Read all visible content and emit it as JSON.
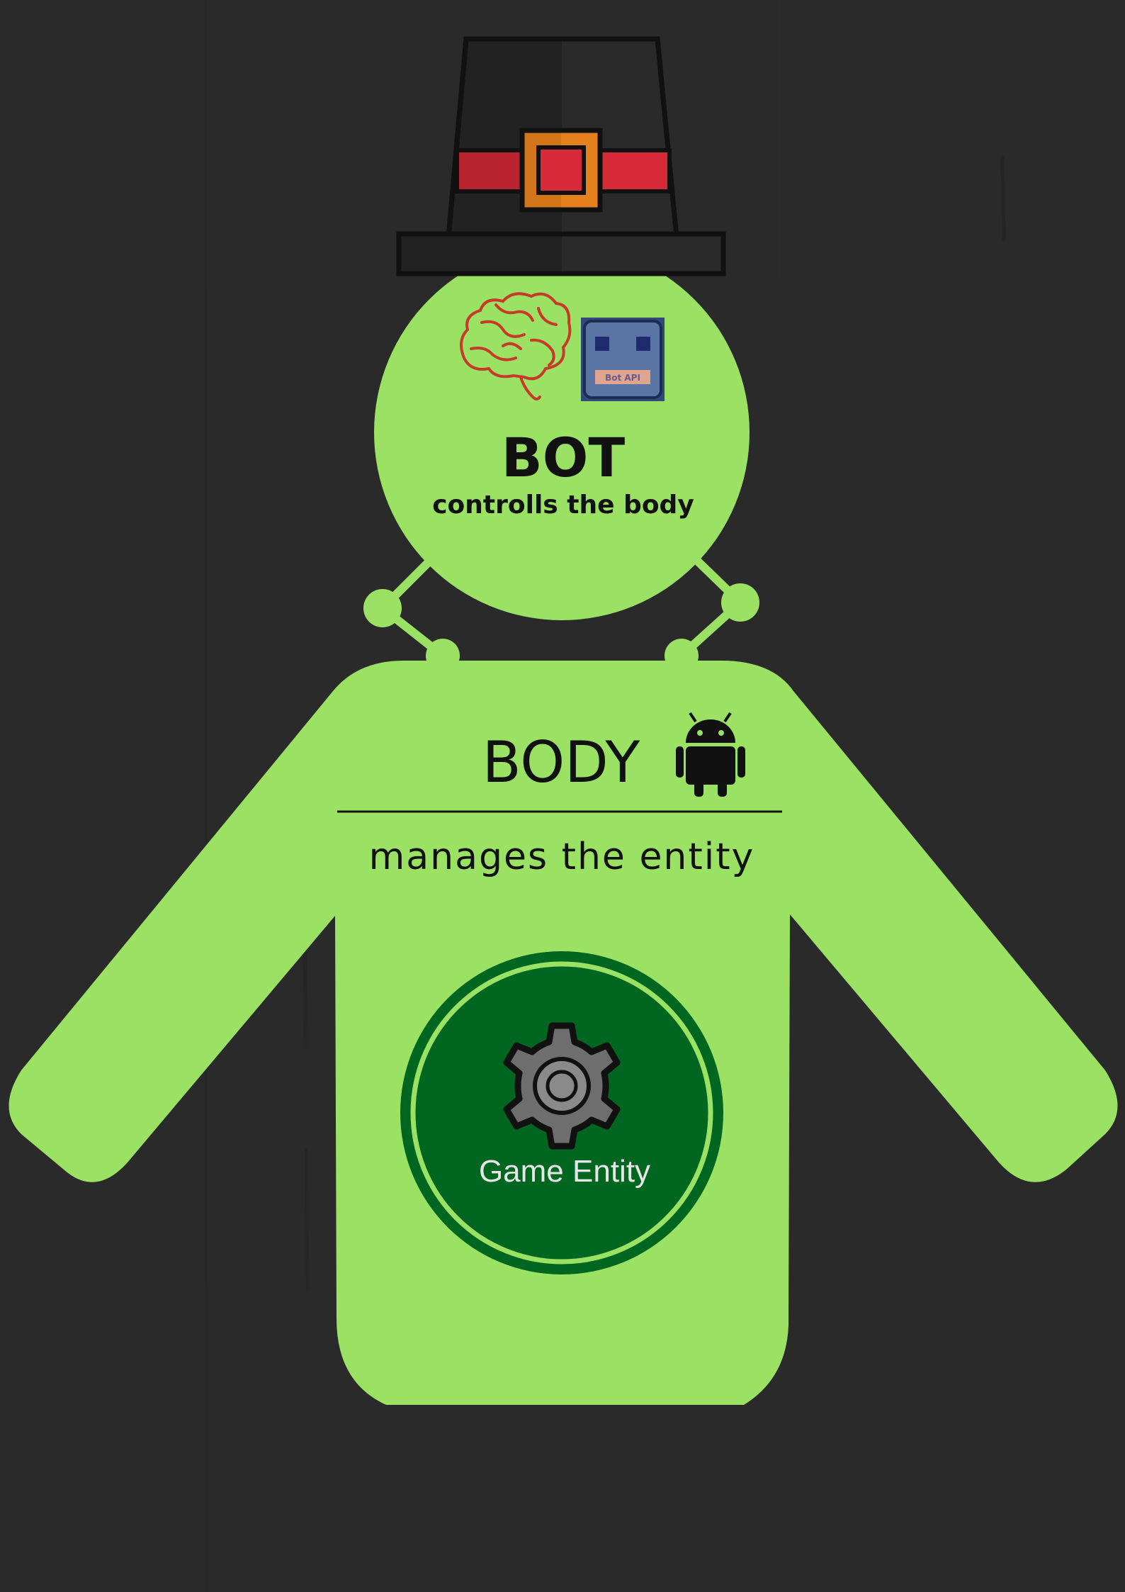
{
  "colors": {
    "background": "#2a2a2a",
    "body_green": "#9be264",
    "dark_green": "#006620",
    "hat_black": "#222222",
    "hat_band": "#d62a38",
    "hat_buckle": "#e5821f",
    "brain_red": "#c73a2a",
    "api_blue": "#4f6a98",
    "gear_gray": "#707070",
    "entity_text": "#e6e6e6"
  },
  "head": {
    "title": "BOT",
    "subtitle": "controlls the body",
    "icons": [
      "brain-icon",
      "bot-api-icon"
    ],
    "api_badge_text": "Bot API"
  },
  "body": {
    "title": "BODY",
    "title_icon": "android-icon",
    "subtitle": "manages the entity"
  },
  "entity": {
    "label": "Game Entity",
    "icon": "gear-icon"
  }
}
